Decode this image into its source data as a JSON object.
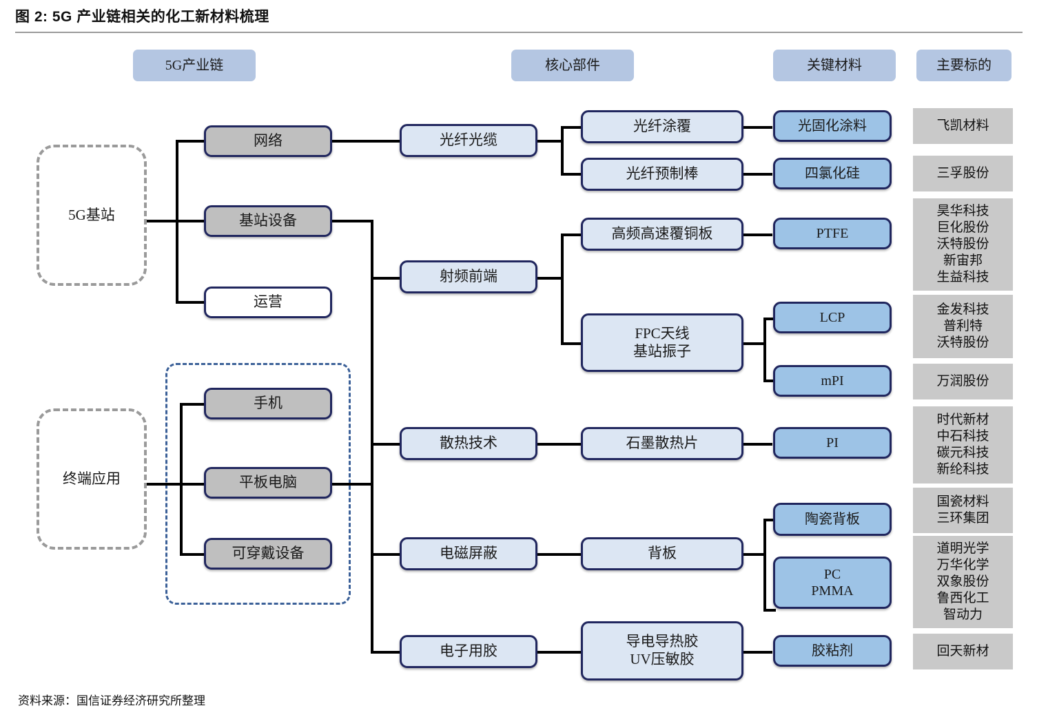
{
  "figure": {
    "title": "图 2:  5G 产业链相关的化工新材料梳理",
    "source": "资料来源：国信证券经济研究所整理"
  },
  "column_headers": [
    {
      "label": "5G产业链"
    },
    {
      "label": "核心部件"
    },
    {
      "label": "关键材料"
    },
    {
      "label": "主要标的"
    }
  ],
  "roots": [
    {
      "label": "5G基站"
    },
    {
      "label": "终端应用"
    }
  ],
  "segments": [
    {
      "label": "网络"
    },
    {
      "label": "基站设备"
    },
    {
      "label": "运营"
    },
    {
      "label": "手机"
    },
    {
      "label": "平板电脑"
    },
    {
      "label": "可穿戴设备"
    }
  ],
  "core_components": [
    {
      "label": "光纤光缆"
    },
    {
      "label": "射频前端"
    },
    {
      "label": "散热技术"
    },
    {
      "label": "电磁屏蔽"
    },
    {
      "label": "电子用胶"
    }
  ],
  "sub_components": [
    {
      "label": "光纤涂覆"
    },
    {
      "label": "光纤预制棒"
    },
    {
      "label": "高频高速覆铜板"
    },
    {
      "label": "FPC天线\n基站振子"
    },
    {
      "label": "石墨散热片"
    },
    {
      "label": "背板"
    },
    {
      "label": "导电导热胶\nUV压敏胶"
    }
  ],
  "key_materials": [
    {
      "label": "光固化涂料"
    },
    {
      "label": "四氯化硅"
    },
    {
      "label": "PTFE"
    },
    {
      "label": "LCP"
    },
    {
      "label": "mPI"
    },
    {
      "label": "PI"
    },
    {
      "label": "陶瓷背板"
    },
    {
      "label": "PC\nPMMA"
    },
    {
      "label": "胶粘剂"
    }
  ],
  "main_targets": [
    {
      "label": "飞凯材料"
    },
    {
      "label": "三孚股份"
    },
    {
      "label": "昊华科技\n巨化股份\n沃特股份\n新宙邦\n生益科技"
    },
    {
      "label": "金发科技\n普利特\n沃特股份"
    },
    {
      "label": "万润股份"
    },
    {
      "label": "时代新材\n中石科技\n碳元科技\n新纶科技"
    },
    {
      "label": "国瓷材料\n三环集团"
    },
    {
      "label": "道明光学\n万华化学\n双象股份\n鲁西化工\n智动力"
    },
    {
      "label": "回天新材"
    }
  ],
  "colors": {
    "header_box": "#b4c6e2",
    "node_border": "#20265e",
    "segment_fill": "#bfbfbf",
    "core_fill": "#dce6f3",
    "material_fill": "#9dc3e6",
    "target_fill": "#c9c9c9",
    "connector": "#000000",
    "dash_grey": "#9a9a9a",
    "dash_blue": "#3b6098"
  }
}
